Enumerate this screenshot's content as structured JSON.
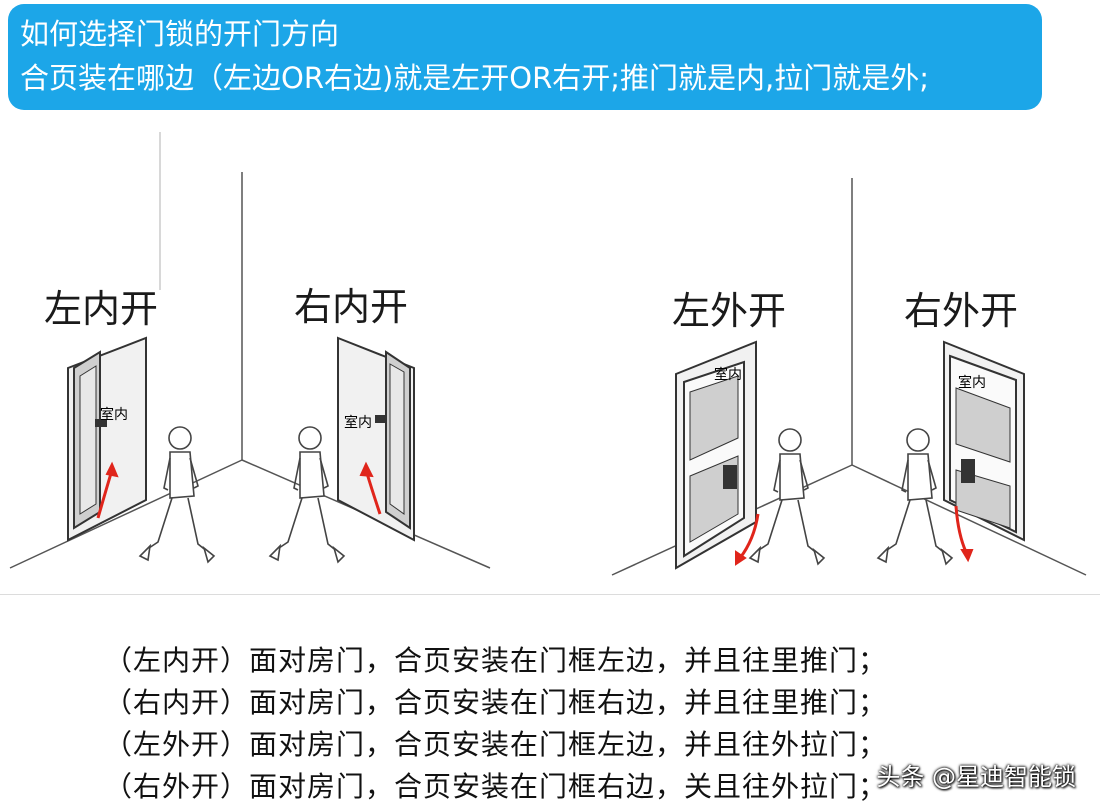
{
  "header": {
    "line1": "如何选择门锁的开门方向",
    "line2": "合页装在哪边（左边OR右边)就是左开OR右开;推门就是内,拉门就是外;"
  },
  "scenes": [
    {
      "label": "左内开",
      "room_label": "室内"
    },
    {
      "label": "右内开",
      "room_label": "室内"
    },
    {
      "label": "左外开",
      "room_label": "室内"
    },
    {
      "label": "右外开",
      "room_label": "室内"
    }
  ],
  "descriptions": [
    "（左内开）面对房门，合页安装在门框左边，并且往里推门；",
    "（右内开）面对房门，合页安装在门框右边，并且往里推门；",
    "（左外开）面对房门，合页安装在门框左边，并且往外拉门；",
    "（右外开）面对房门，合页安装在门框右边，关且往外拉门；"
  ],
  "watermark": "头条 @星迪智能锁",
  "colors": {
    "banner": "#1ca6e8",
    "arrow": "#e0251b"
  }
}
